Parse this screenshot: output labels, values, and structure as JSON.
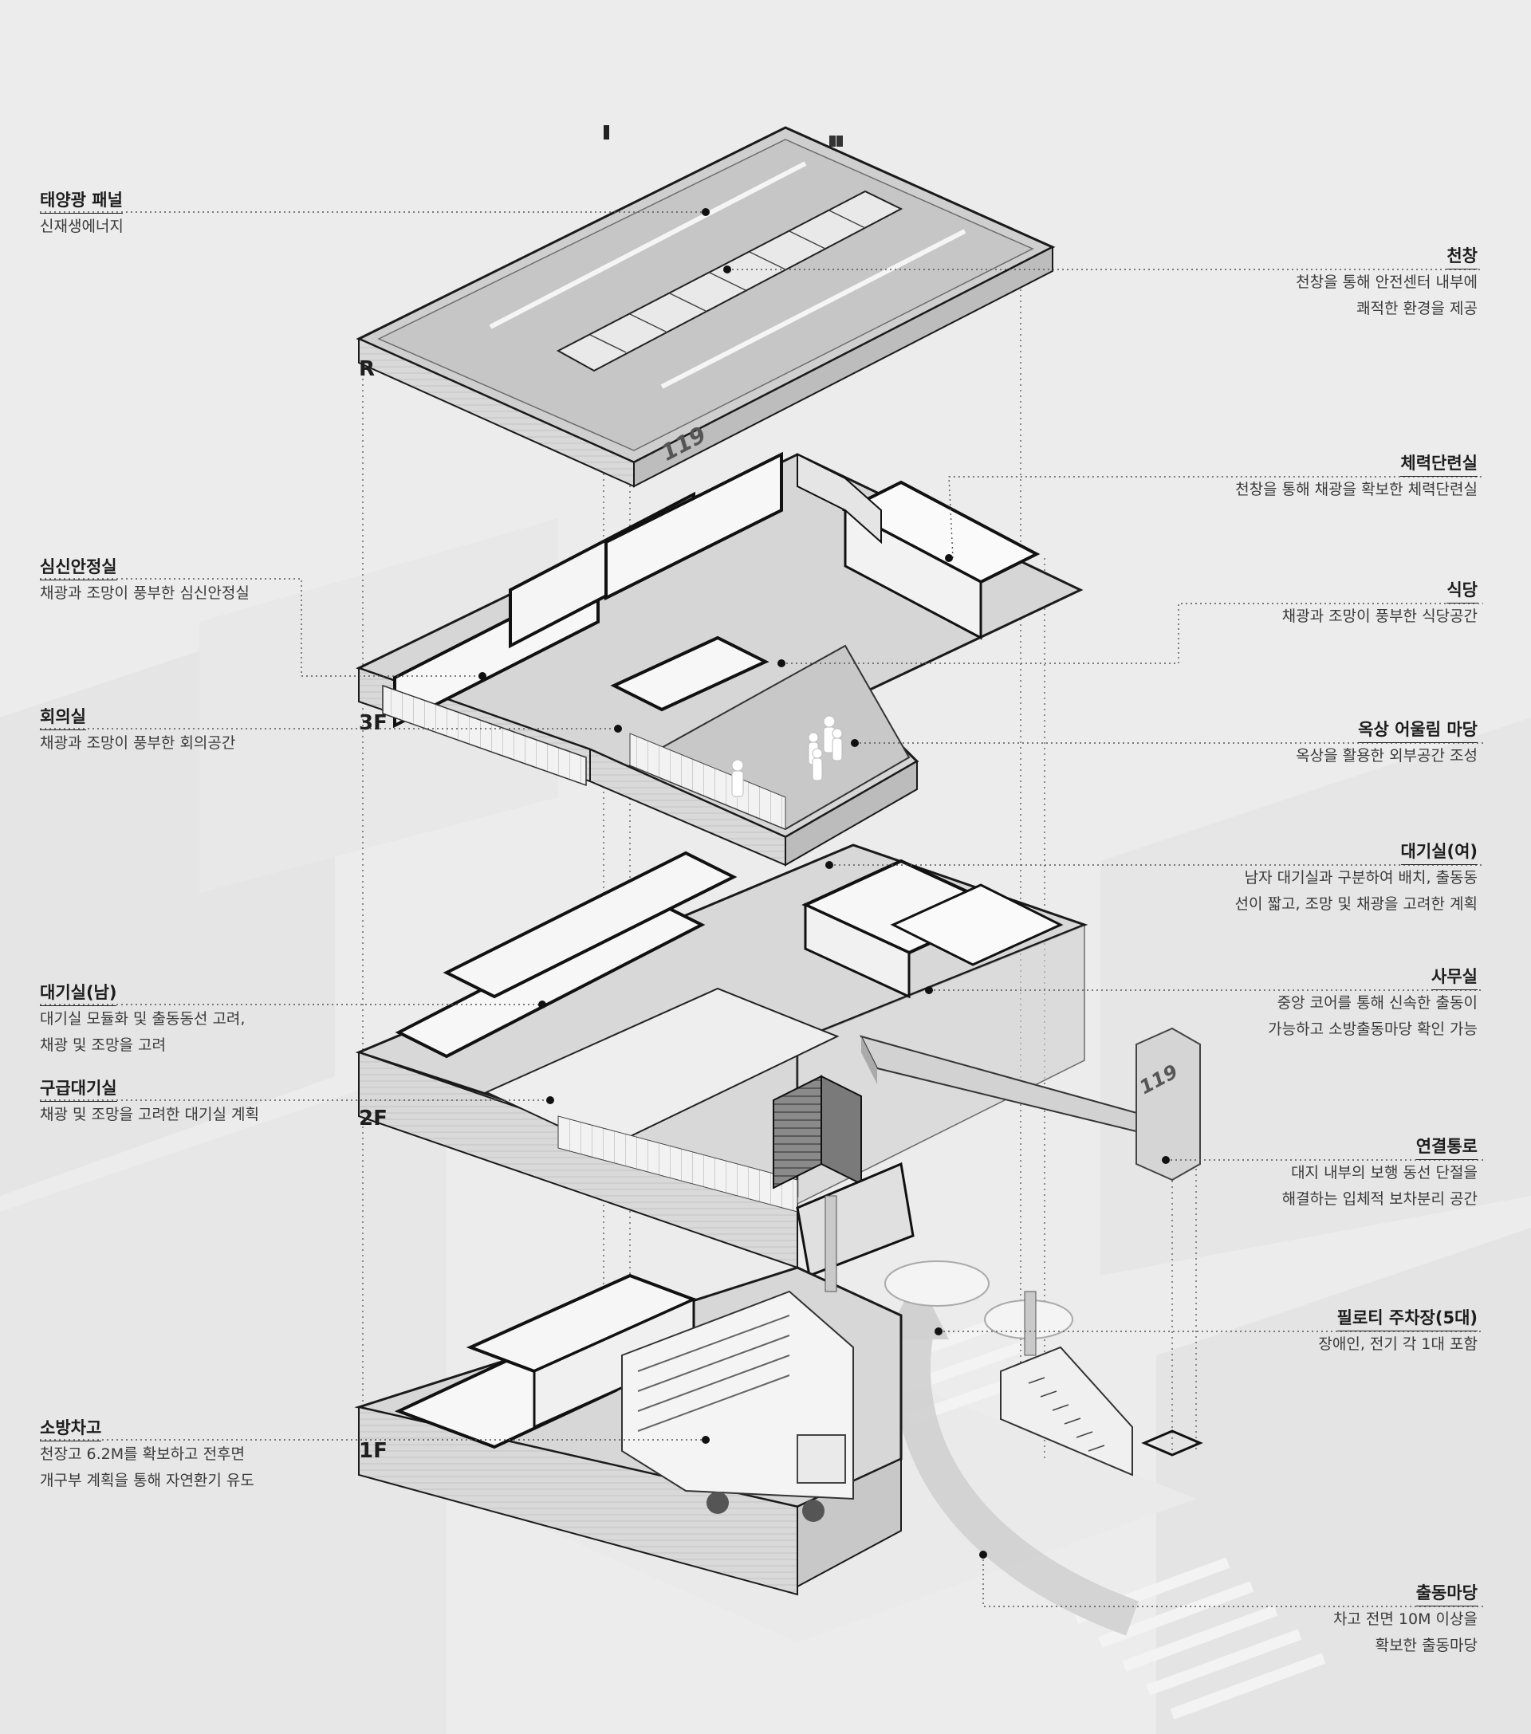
{
  "floors": {
    "roof": "R",
    "f3": "3F",
    "f2": "2F",
    "f1": "1F"
  },
  "logo": "119",
  "labels": {
    "solar": {
      "title": "태양광 패널",
      "lines": [
        "신재생에너지"
      ]
    },
    "skylight": {
      "title": "천창",
      "lines": [
        "천창을 통해 안전센터 내부에",
        "쾌적한 환경을 제공"
      ]
    },
    "fitness": {
      "title": "체력단련실",
      "lines": [
        "천창을 통해 채광을 확보한 체력단련실"
      ]
    },
    "wellness": {
      "title": "심신안정실",
      "lines": [
        "채광과 조망이 풍부한 심신안정실"
      ]
    },
    "dining": {
      "title": "식당",
      "lines": [
        "채광과 조망이 풍부한 식당공간"
      ]
    },
    "meeting": {
      "title": "회의실",
      "lines": [
        "채광과 조망이 풍부한 회의공간"
      ]
    },
    "rooftop": {
      "title": "옥상 어울림 마당",
      "lines": [
        "옥상을 활용한 외부공간 조성"
      ]
    },
    "waiting_f": {
      "title": "대기실(여)",
      "lines": [
        "남자 대기실과 구분하여 배치, 출동동",
        "선이 짧고, 조망 및 채광을 고려한 계획"
      ]
    },
    "office": {
      "title": "사무실",
      "lines": [
        "중앙 코어를 통해 신속한 출동이",
        "가능하고 소방출동마당 확인 가능"
      ]
    },
    "waiting_m": {
      "title": "대기실(남)",
      "lines": [
        "대기실 모듈화 및 출동동선 고려,",
        "채광 및 조망을 고려"
      ]
    },
    "emergency": {
      "title": "구급대기실",
      "lines": [
        "채광 및 조망을 고려한 대기실 계획"
      ]
    },
    "bridge": {
      "title": "연결통로",
      "lines": [
        "대지 내부의 보행 동선 단절을",
        "해결하는 입체적 보차분리 공간"
      ]
    },
    "parking": {
      "title": "필로티 주차장(5대)",
      "lines": [
        "장애인, 전기 각 1대 포함"
      ]
    },
    "garage": {
      "title": "소방차고",
      "lines": [
        "천장고 6.2M를 확보하고 전후면",
        "개구부 계획을 통해 자연환기 유도"
      ]
    },
    "yard": {
      "title": "출동마당",
      "lines": [
        "차고 전면 10M 이상을",
        "확보한 출동마당"
      ]
    }
  }
}
